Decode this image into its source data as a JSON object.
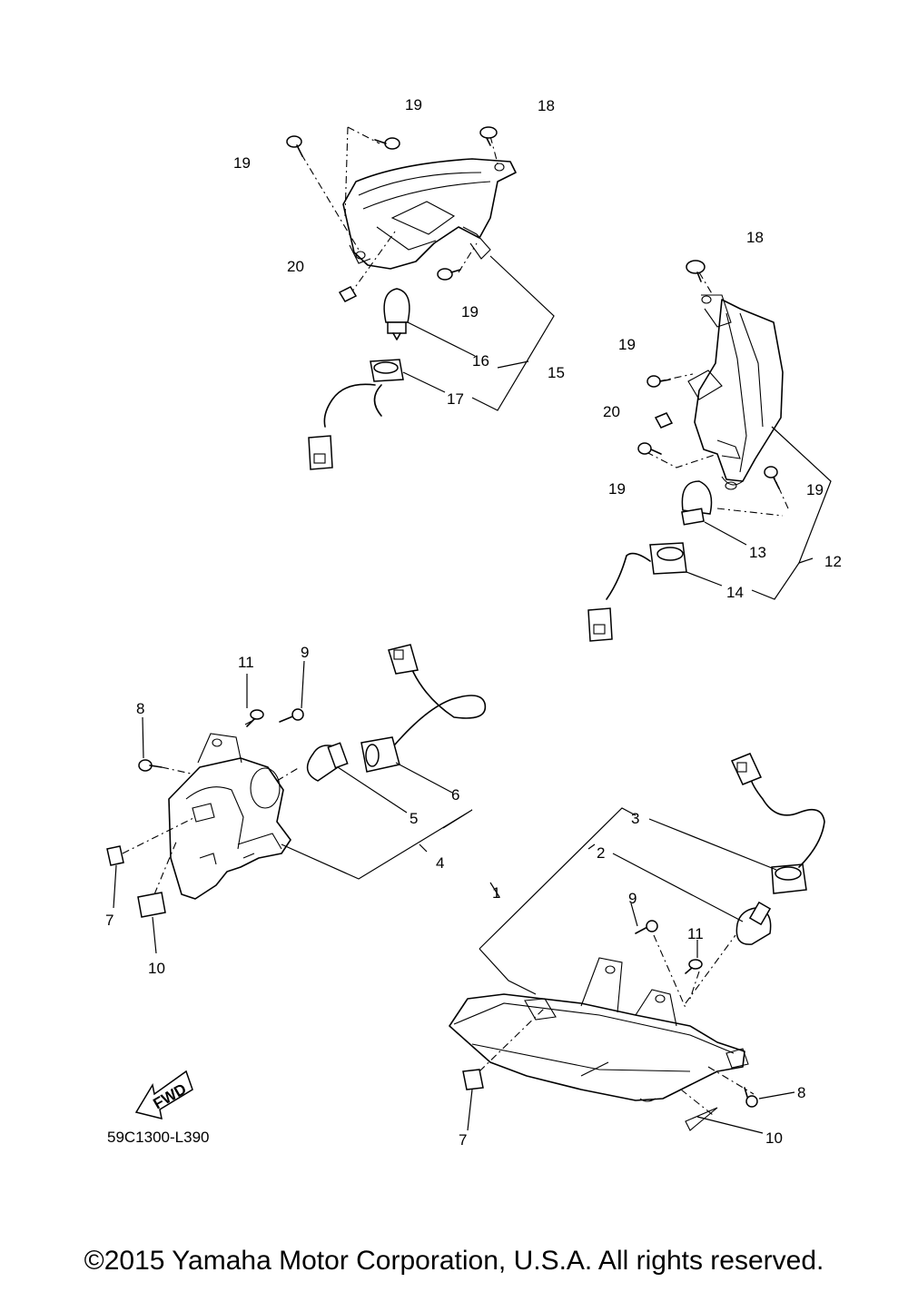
{
  "diagram": {
    "drawing_code": "59C1300-L390",
    "fwd_arrow_text": "FWD",
    "callouts": [
      "1",
      "2",
      "3",
      "4",
      "5",
      "6",
      "7",
      "8",
      "9",
      "10",
      "11",
      "12",
      "13",
      "14",
      "15",
      "16",
      "17",
      "18",
      "19",
      "20"
    ]
  },
  "copyright": "©2015 Yamaha Motor Corporation, U.S.A. All rights reserved."
}
